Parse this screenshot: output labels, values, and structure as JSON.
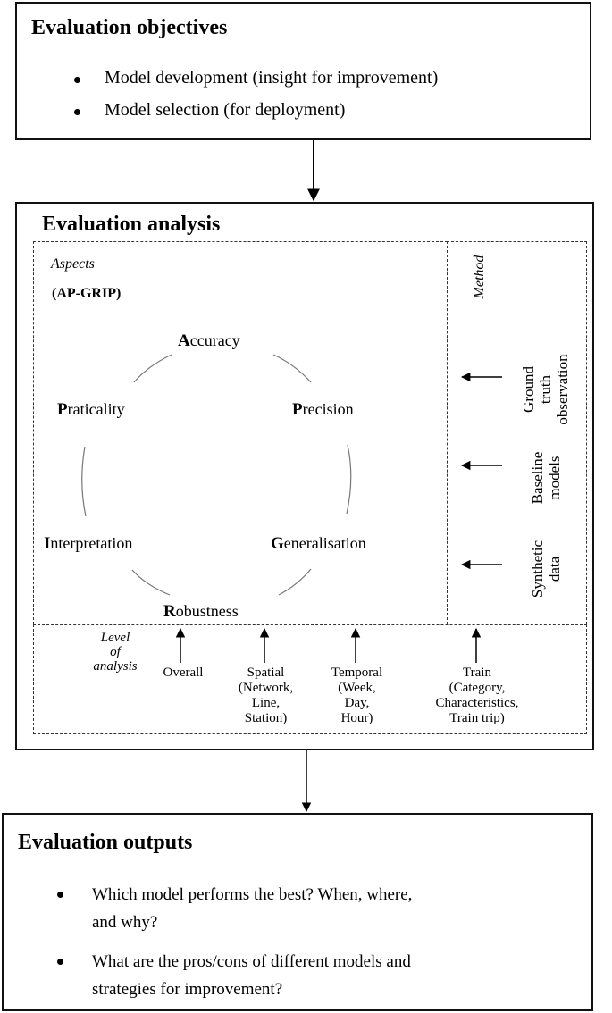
{
  "objectives": {
    "title": "Evaluation objectives",
    "items": [
      "Model development (insight for improvement)",
      "Model selection (for deployment)"
    ]
  },
  "analysis": {
    "title": "Evaluation analysis",
    "aspects_label": "Aspects",
    "acronym": "(AP-GRIP)",
    "aspects": {
      "accuracy": {
        "initial": "A",
        "rest": "ccuracy"
      },
      "precision": {
        "initial": "P",
        "rest": "recision"
      },
      "generalisation": {
        "initial": "G",
        "rest": "eneralisation"
      },
      "robustness": {
        "initial": "R",
        "rest": "obustness"
      },
      "interpretation": {
        "initial": "I",
        "rest": "nterpretation"
      },
      "praticality": {
        "initial": "P",
        "rest": "raticality"
      }
    },
    "method_label": "Method",
    "methods": [
      {
        "line1": "Ground",
        "line2": "truth",
        "line3": "observation"
      },
      {
        "line1": "Baseline",
        "line2": "models"
      },
      {
        "line1": "Synthetic",
        "line2": "data"
      }
    ],
    "level_label": {
      "line1": "Level",
      "line2": "of",
      "line3": "analysis"
    },
    "levels": [
      {
        "line1": "Overall"
      },
      {
        "line1": "Spatial",
        "line2": "(Network,",
        "line3": "Line,",
        "line4": "Station)"
      },
      {
        "line1": "Temporal",
        "line2": "(Week,",
        "line3": "Day,",
        "line4": "Hour)"
      },
      {
        "line1": "Train",
        "line2": "(Category,",
        "line3": "Characteristics,",
        "line4": "Train trip)"
      }
    ]
  },
  "outputs": {
    "title": "Evaluation outputs",
    "items": [
      {
        "line1": "Which model performs the best? When, where,",
        "line2": "and why?"
      },
      {
        "line1": "What are the pros/cons of different models and",
        "line2": "strategies for improvement?"
      }
    ]
  }
}
